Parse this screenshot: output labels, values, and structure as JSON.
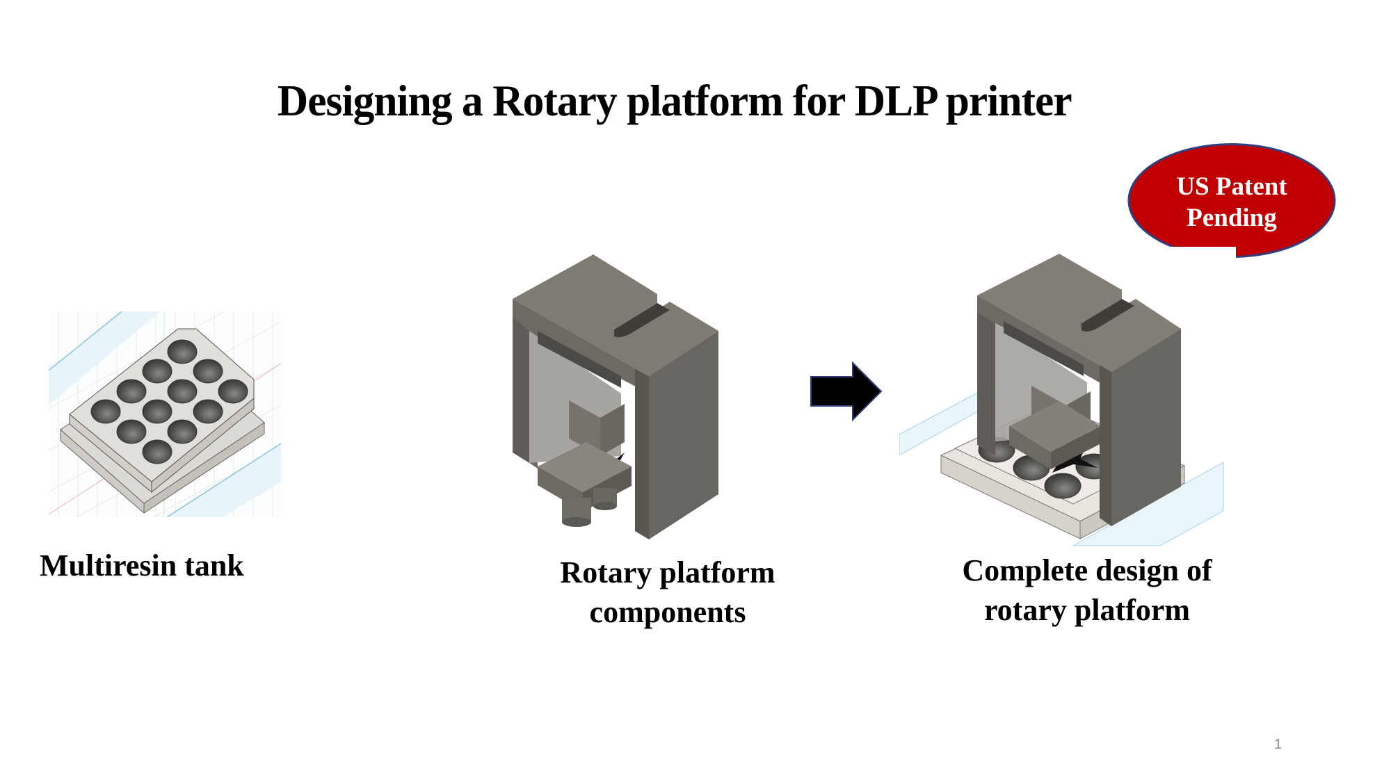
{
  "slide": {
    "title": "Designing a Rotary platform for DLP printer",
    "page_number": "1"
  },
  "badge": {
    "line1": "US Patent",
    "line2": "Pending",
    "fill_color": "#c00000",
    "border_color": "#2f3f7f"
  },
  "figures": [
    {
      "name": "multiresin-tank",
      "caption_lines": [
        "Multiresin tank"
      ],
      "wells": 12
    },
    {
      "name": "rotary-platform-components",
      "caption_lines": [
        "Rotary platform",
        "components"
      ]
    },
    {
      "name": "complete-rotary-platform",
      "caption_lines": [
        "Complete design of",
        "rotary platform"
      ]
    }
  ],
  "arrow": {
    "direction": "right",
    "fill_color": "#000000"
  },
  "colors": {
    "frame_gray": "#75716a",
    "frame_dark": "#5e5b56",
    "tank_gray": "#d9d7d1",
    "grid_blue": "#8cc6dc"
  }
}
